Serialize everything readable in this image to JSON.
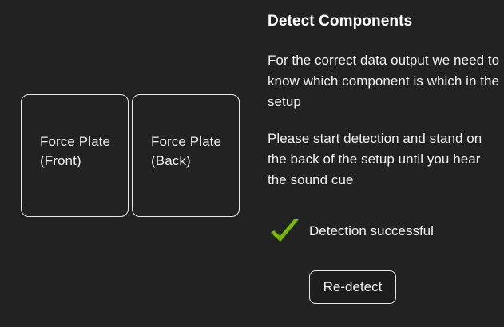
{
  "colors": {
    "background": "#222222",
    "outline": "#e8e8e8",
    "text": "#f0f0f0",
    "title": "#ffffff",
    "success_green": "#76b900",
    "button_fill": "#1d1d1d"
  },
  "diagram": {
    "plates": [
      {
        "name": "force-plate-front",
        "label": "Force Plate\n(Front)"
      },
      {
        "name": "force-plate-back",
        "label": "Force Plate\n(Back)"
      }
    ]
  },
  "panel": {
    "title": "Detect Components",
    "paragraphs": [
      "For the correct data output we need to know which component is which in the setup",
      "Please start detection and stand on the back of the setup until you hear the sound cue"
    ]
  },
  "status": {
    "icon": "check-mark-icon",
    "text": "Detection successful"
  },
  "actions": {
    "redetect_label": "Re-detect"
  }
}
